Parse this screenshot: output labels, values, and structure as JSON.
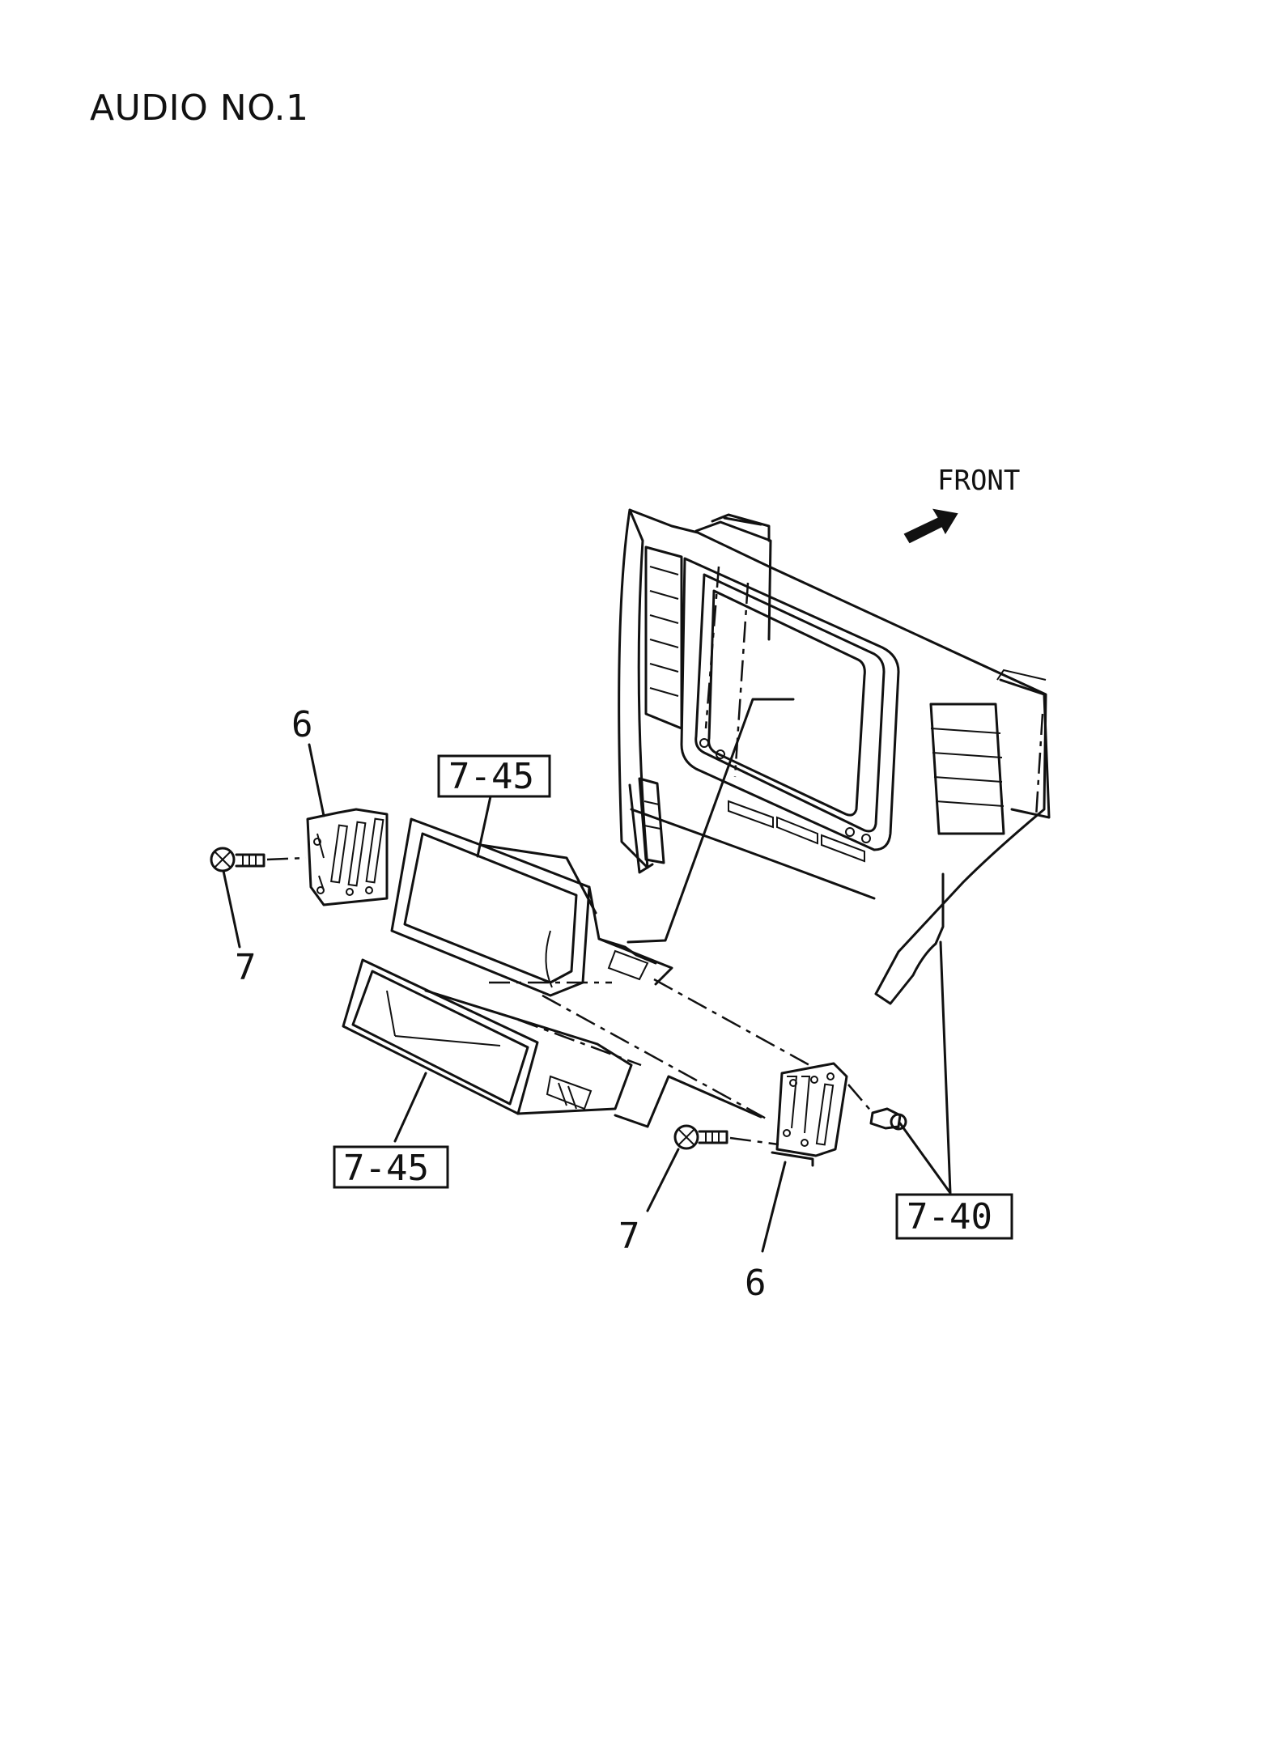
{
  "header": {
    "title": "AUDIO NO.1"
  },
  "diagram": {
    "front_label": "FRONT",
    "callouts": {
      "bracket_upper": "6",
      "bracket_lower": "6",
      "screw_upper": "7",
      "screw_lower": "7",
      "pocket_upper": "7-45",
      "pocket_lower": "7-45",
      "clip": "7-40"
    }
  }
}
